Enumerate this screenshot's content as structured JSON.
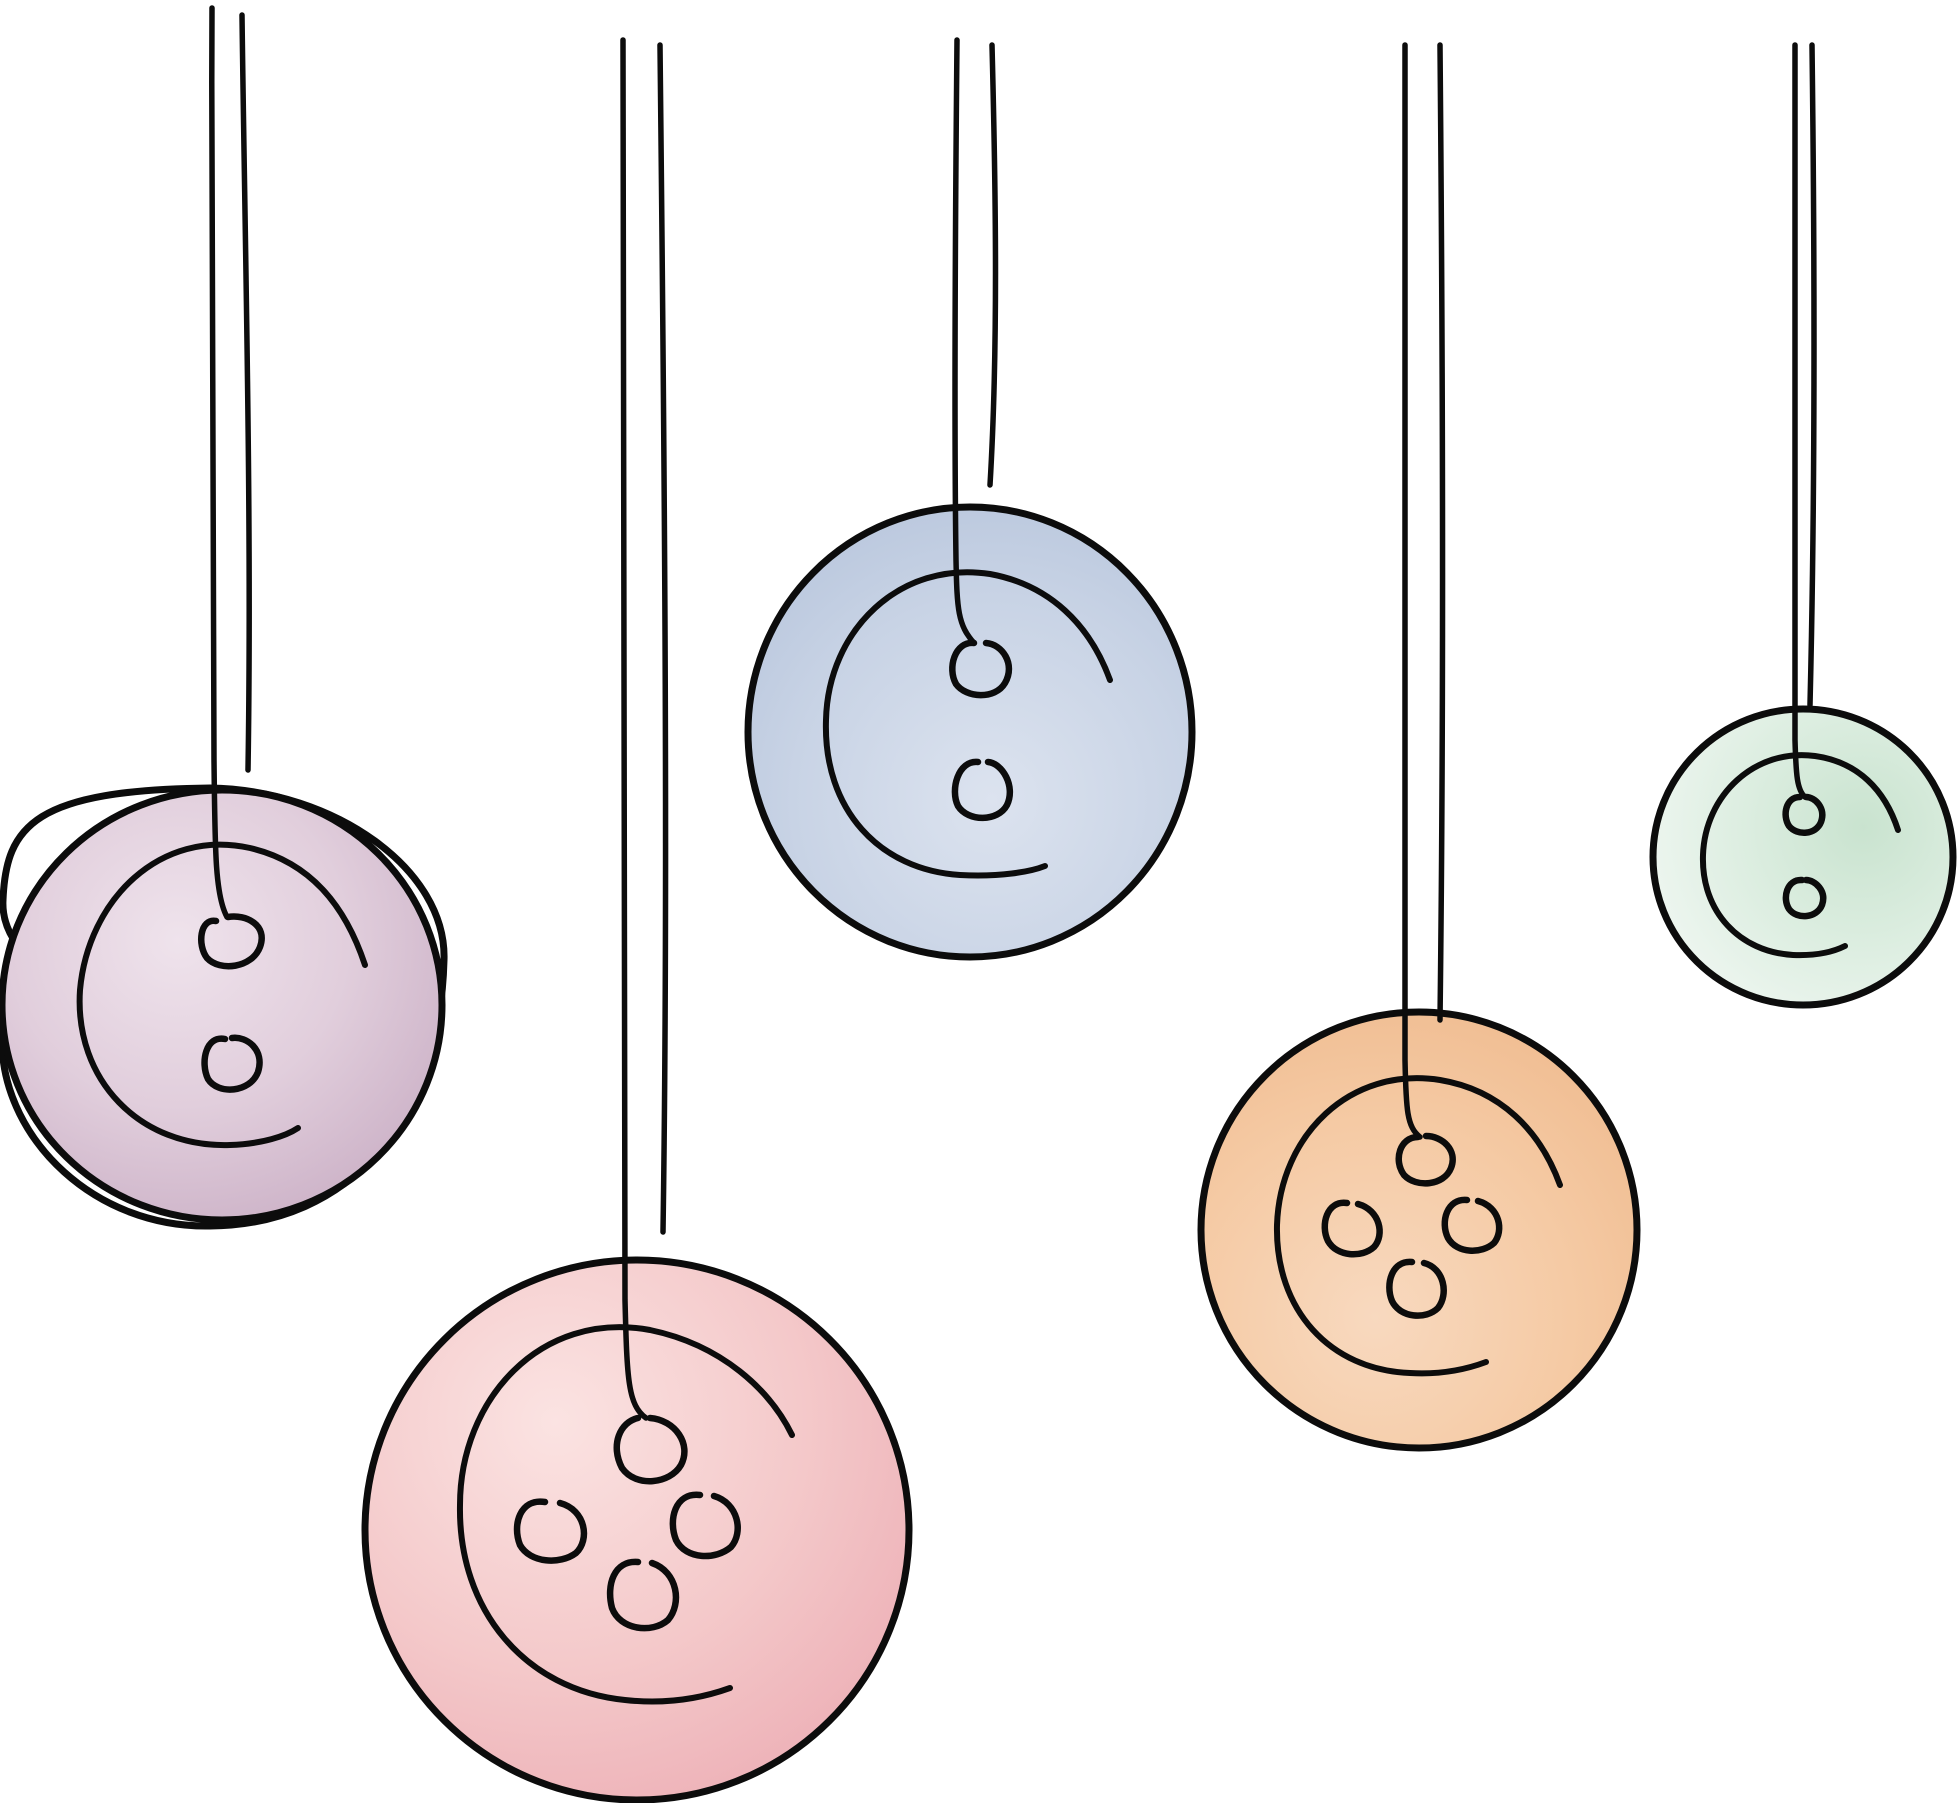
{
  "scene": {
    "background": "#ffffff",
    "ink": "#0c0c0c",
    "buttons": [
      {
        "id": "mauve",
        "color": "#d8c4d4",
        "holes": 2
      },
      {
        "id": "pink",
        "color": "#f2c6c8",
        "holes": 4
      },
      {
        "id": "blue",
        "color": "#c3cfe2",
        "holes": 2
      },
      {
        "id": "orange",
        "color": "#f4c9a3",
        "holes": 4
      },
      {
        "id": "green",
        "color": "#cfe6d5",
        "holes": 2
      }
    ]
  }
}
